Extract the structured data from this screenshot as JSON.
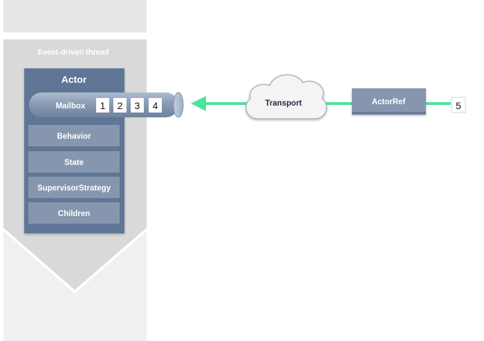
{
  "thread": {
    "label": "Event-driven thread"
  },
  "actor": {
    "title": "Actor",
    "mailbox": {
      "label": "Mailbox",
      "messages": [
        "1",
        "2",
        "3",
        "4"
      ]
    },
    "components": [
      {
        "label": "Behavior"
      },
      {
        "label": "State"
      },
      {
        "label": "SupervisorStrategy"
      },
      {
        "label": "Children"
      }
    ]
  },
  "transport": {
    "label": "Transport"
  },
  "actor_ref": {
    "label": "ActorRef"
  },
  "incoming_message": {
    "label": "5"
  },
  "colors": {
    "thread_bg": "#d9d9d9",
    "actor_fill": "#5f7696",
    "component_fill": "#8696ae",
    "arrow": "#4ee39a",
    "text_light": "#ffffff",
    "text_dark": "#1f2d3d"
  }
}
